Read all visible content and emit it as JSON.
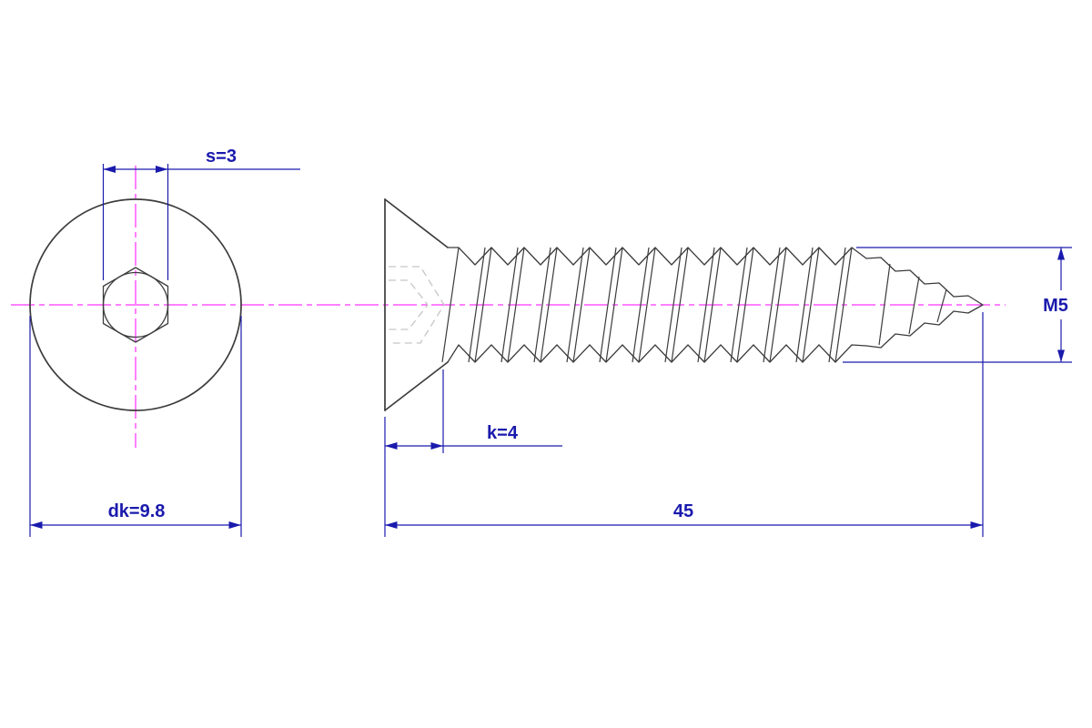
{
  "drawing": {
    "type": "cad-technical-drawing",
    "subject": "countersunk-hex-socket-self-tapping-screw",
    "labels": {
      "s": "s=3",
      "dk": "dk=9.8",
      "k": "k=4",
      "length": "45",
      "thread": "M5"
    },
    "colors": {
      "dimension_blue": "#1a1aad",
      "centerline_magenta": "#ff00ff",
      "outline_gray": "#3c3c3c",
      "hidden_gray": "#c6c6c6",
      "background": "#ffffff"
    }
  }
}
